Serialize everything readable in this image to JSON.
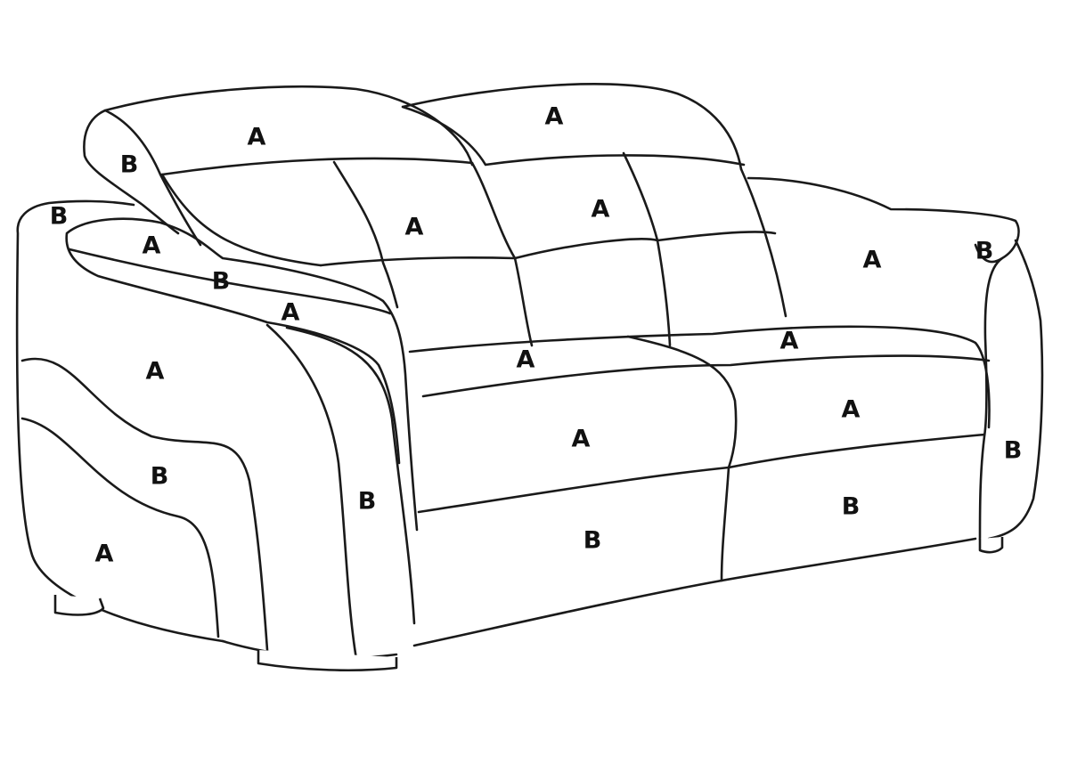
{
  "materials": {
    "primary": "A",
    "secondary": "B"
  },
  "colors": {
    "line": "#1a1a1a",
    "label": "#111111",
    "background": "#ffffff"
  },
  "zones": [
    {
      "part": "left-headrest-top",
      "material": "A"
    },
    {
      "part": "left-headrest-side",
      "material": "B"
    },
    {
      "part": "right-headrest-top",
      "material": "A"
    },
    {
      "part": "left-arm-top-cap",
      "material": "B"
    },
    {
      "part": "left-arm-top",
      "material": "A"
    },
    {
      "part": "left-arm-piping",
      "material": "B"
    },
    {
      "part": "left-arm-front-top",
      "material": "A"
    },
    {
      "part": "left-back-cushion",
      "material": "A"
    },
    {
      "part": "right-back-cushion",
      "material": "A"
    },
    {
      "part": "right-arm-top",
      "material": "A"
    },
    {
      "part": "right-arm-cap",
      "material": "B"
    },
    {
      "part": "left-arm-outer-upper",
      "material": "A"
    },
    {
      "part": "left-seat-cushion-top",
      "material": "A"
    },
    {
      "part": "right-seat-cushion-top",
      "material": "A"
    },
    {
      "part": "right-seat-front",
      "material": "A"
    },
    {
      "part": "left-seat-front",
      "material": "A"
    },
    {
      "part": "left-arm-outer-middle",
      "material": "B"
    },
    {
      "part": "left-arm-front-panel",
      "material": "B"
    },
    {
      "part": "right-arm-front",
      "material": "B"
    },
    {
      "part": "right-base-front",
      "material": "B"
    },
    {
      "part": "left-base-front",
      "material": "B"
    },
    {
      "part": "left-arm-outer-lower",
      "material": "A"
    }
  ]
}
